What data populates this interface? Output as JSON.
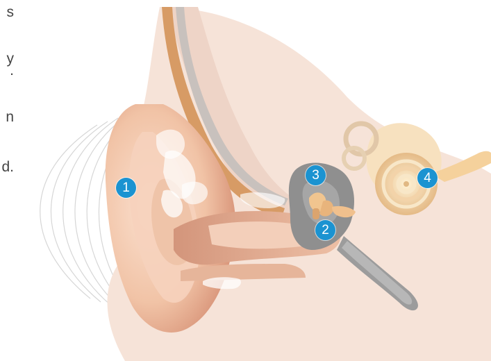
{
  "cropped_text": {
    "line_1": "s",
    "line_2": "y",
    "line_3": ".",
    "line_4": "n",
    "line_5": "d."
  },
  "markers": {
    "outer_ear": "1",
    "eardrum": "2",
    "ossicles": "3",
    "cochlea": "4"
  },
  "colors": {
    "marker": "#1b93d1",
    "skin": "#f2c7aa",
    "bone": "#f8e3bd",
    "middle_ear": "#8f8f8f"
  }
}
